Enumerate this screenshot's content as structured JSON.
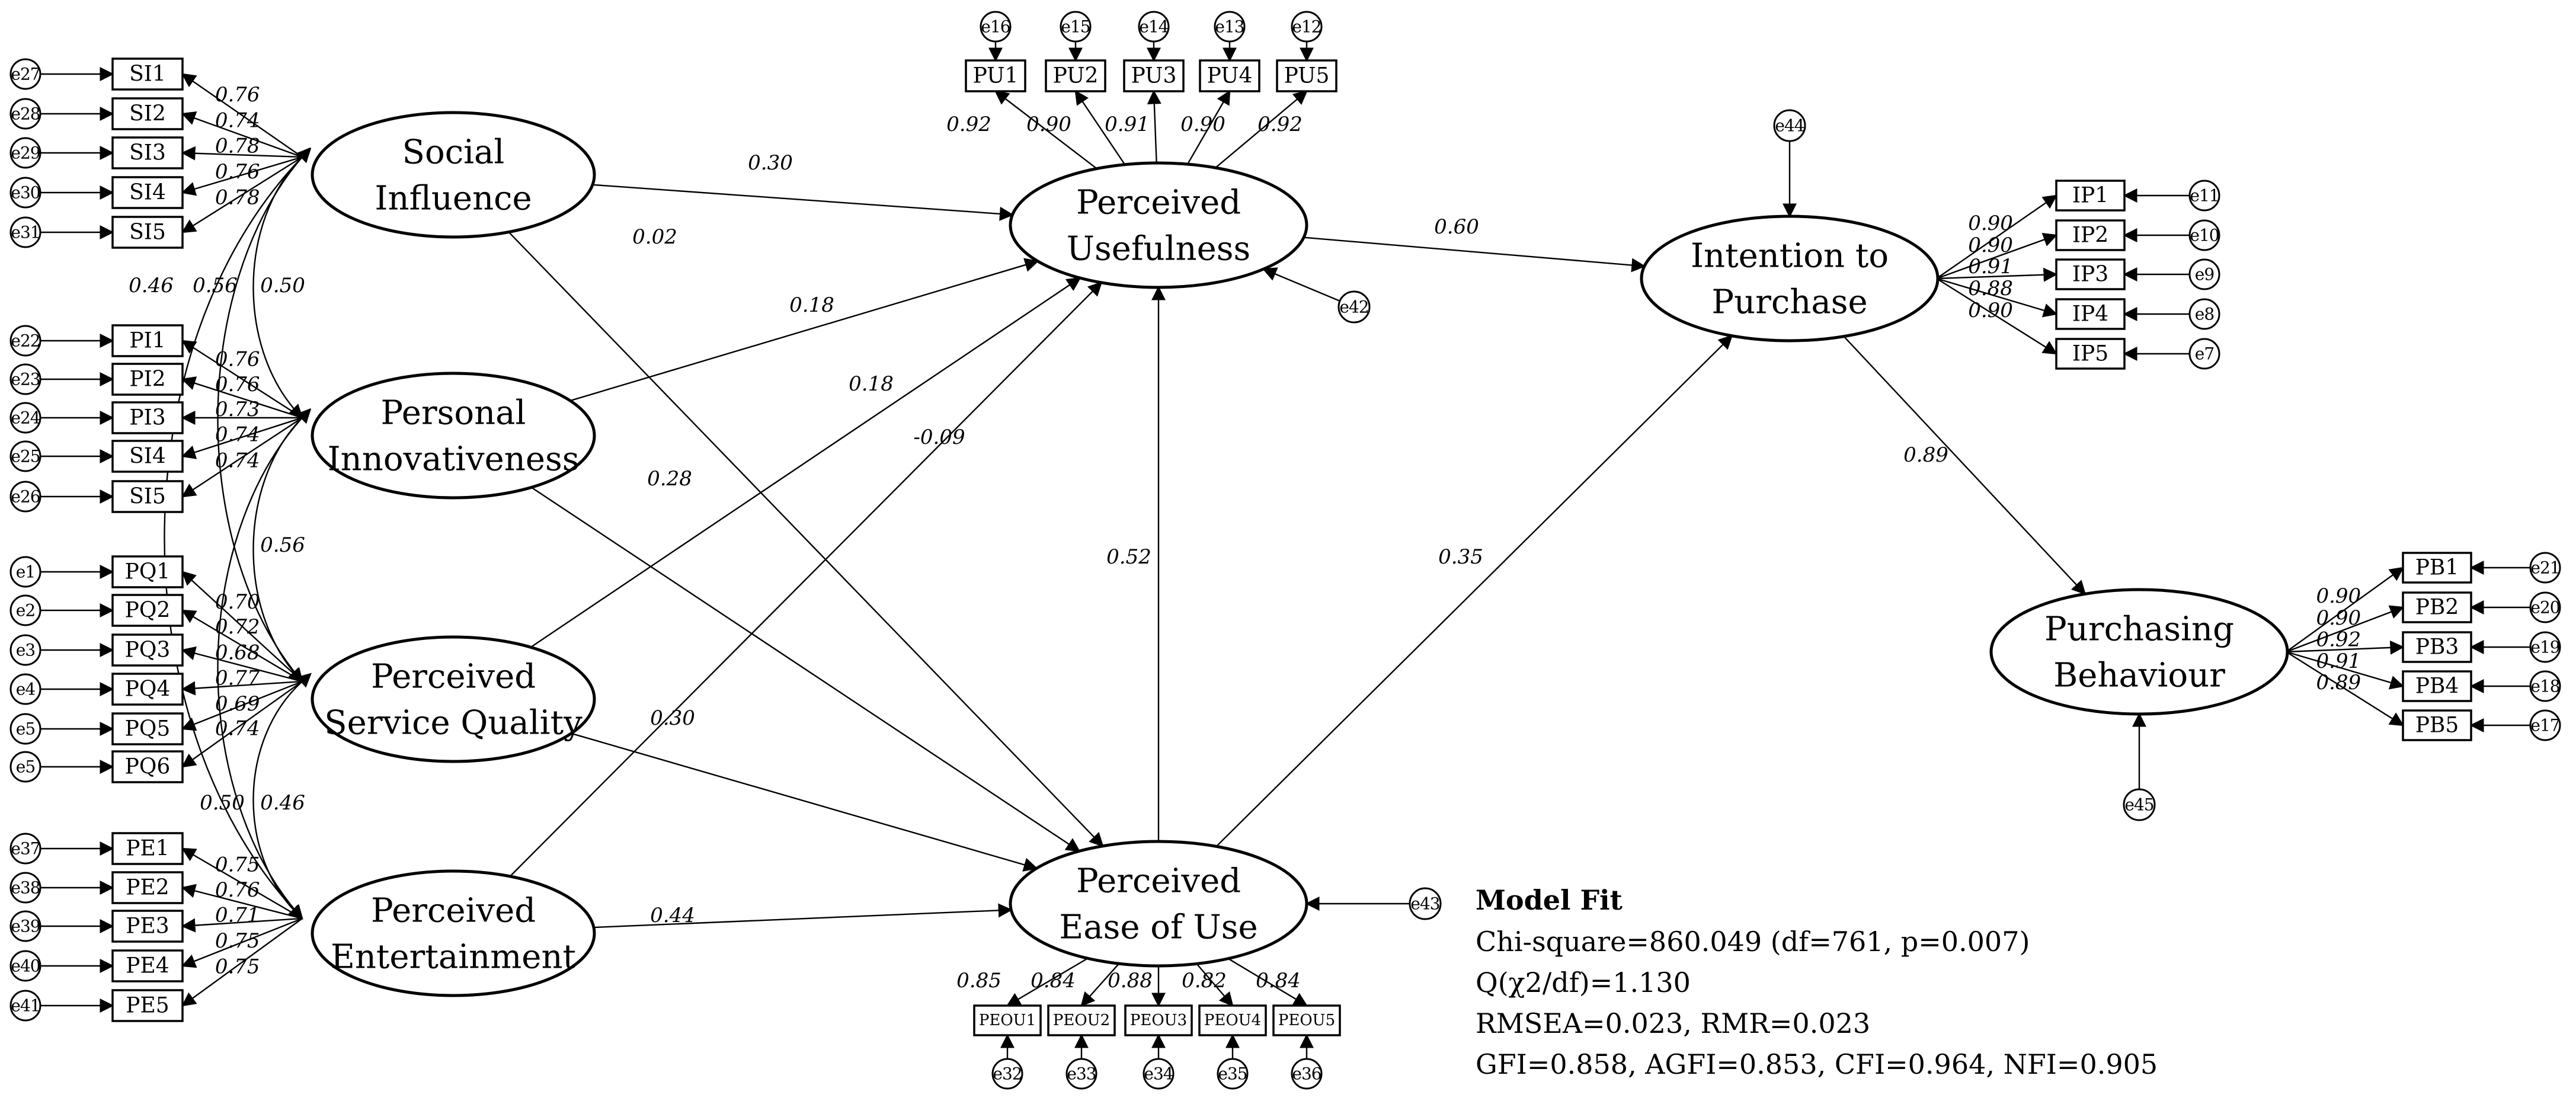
{
  "latents": {
    "SI": [
      "Social",
      "Influence"
    ],
    "PI": [
      "Personal",
      "Innovativeness"
    ],
    "PSQ": [
      "Perceived",
      "Service Quality"
    ],
    "PE": [
      "Perceived",
      "Entertainment"
    ],
    "PU": [
      "Perceived",
      "Usefulness"
    ],
    "PEOU": [
      "Perceived",
      "Ease of Use"
    ],
    "IP": [
      "Intention to",
      "Purchase"
    ],
    "PB": [
      "Purchasing",
      "Behaviour"
    ]
  },
  "indicators": {
    "SI": [
      "SI1",
      "SI2",
      "SI3",
      "SI4",
      "SI5"
    ],
    "PI": [
      "PI1",
      "PI2",
      "PI3",
      "SI4",
      "SI5"
    ],
    "PSQ": [
      "PQ1",
      "PQ2",
      "PQ3",
      "PQ4",
      "PQ5",
      "PQ6"
    ],
    "PE": [
      "PE1",
      "PE2",
      "PE3",
      "PE4",
      "PE5"
    ],
    "PU": [
      "PU1",
      "PU2",
      "PU3",
      "PU4",
      "PU5"
    ],
    "PEOU": [
      "PEOU1",
      "PEOU2",
      "PEOU3",
      "PEOU4",
      "PEOU5"
    ],
    "IP": [
      "IP1",
      "IP2",
      "IP3",
      "IP4",
      "IP5"
    ],
    "PB": [
      "PB1",
      "PB2",
      "PB3",
      "PB4",
      "PB5"
    ]
  },
  "errors": {
    "SI": [
      "e27",
      "e28",
      "e29",
      "e30",
      "e31"
    ],
    "PI": [
      "e22",
      "e23",
      "e24",
      "e25",
      "e26"
    ],
    "PSQ": [
      "e1",
      "e2",
      "e3",
      "e4",
      "e5",
      "e5"
    ],
    "PE": [
      "e37",
      "e38",
      "e39",
      "e40",
      "e41"
    ],
    "PU": [
      "e16",
      "e15",
      "e14",
      "e13",
      "e12"
    ],
    "PEOU": [
      "e32",
      "e33",
      "e34",
      "e35",
      "e36"
    ],
    "IP": [
      "e11",
      "e10",
      "e9",
      "e8",
      "e7"
    ],
    "PB": [
      "e21",
      "e20",
      "e19",
      "e18",
      "e17"
    ],
    "disturbances": {
      "PU": "e42",
      "PEOU": "e43",
      "IP": "e44",
      "PB": "e45"
    }
  },
  "loadings": {
    "SI": [
      "0.76",
      "0.74",
      "0.78",
      "0.76",
      "0.78"
    ],
    "PI": [
      "0.76",
      "0.76",
      "0.73",
      "0.74",
      "0.74"
    ],
    "PSQ": [
      "0.70",
      "0.72",
      "0.68",
      "0.77",
      "0.69",
      "0.74"
    ],
    "PE": [
      "0.75",
      "0.76",
      "0.71",
      "0.75",
      "0.75"
    ],
    "PU": [
      "0.92",
      "0.90",
      "0.91",
      "0.90",
      "0.92"
    ],
    "PEOU": [
      "0.85",
      "0.84",
      "0.88",
      "0.82",
      "0.84"
    ],
    "IP": [
      "0.90",
      "0.90",
      "0.91",
      "0.88",
      "0.90"
    ],
    "PB": [
      "0.90",
      "0.90",
      "0.92",
      "0.91",
      "0.89"
    ]
  },
  "paths": {
    "SI_PU": "0.30",
    "SI_PEOU": "0.02",
    "PI_PU": "0.18",
    "PI_PEOU": "0.28",
    "PSQ_PU": "0.18",
    "PSQ_PEOU": "0.30",
    "PE_PU": "-0.09",
    "PE_PEOU": "0.44",
    "PEOU_PU": "0.52",
    "PU_IP": "0.60",
    "PEOU_IP": "0.35",
    "IP_PB": "0.89"
  },
  "covariances": {
    "SI_PI": "0.50",
    "SI_PSQ": "0.56",
    "SI_PE": "0.46",
    "PI_PSQ": "0.56",
    "PI_PE": "0.50",
    "PSQ_PE": "0.46"
  },
  "model_fit": {
    "title": "Model Fit",
    "lines": [
      "Chi-square=860.049 (df=761, p=0.007)",
      "Q(χ2/df)=1.130",
      "RMSEA=0.023, RMR=0.023",
      "GFI=0.858, AGFI=0.853, CFI=0.964, NFI=0.905"
    ]
  }
}
